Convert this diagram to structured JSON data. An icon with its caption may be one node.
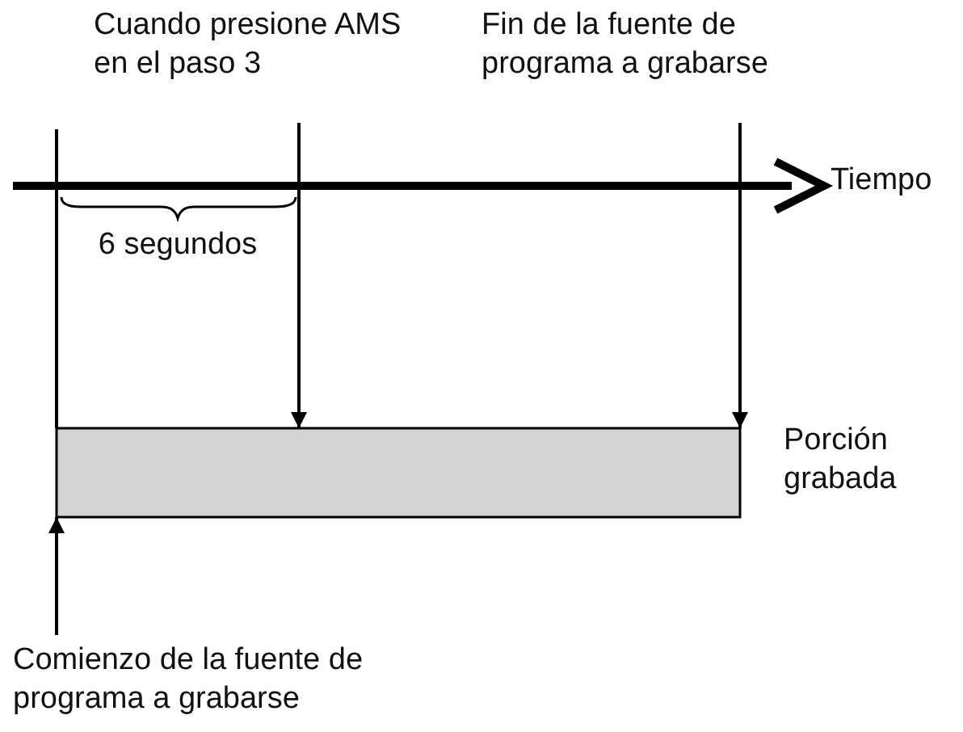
{
  "diagram": {
    "nodes": [
      {
        "text": [
          "Cuando presione AMS en el paso 3"
        ]
      },
      {
        "text": [
          "Fin de la fuente de programa a grabarse"
        ]
      },
      {
        "text": [],
        "shape": "bar",
        "beside": [
          "Porción grabada"
        ]
      },
      {
        "text": [
          "Comienzo de la fuente de programa a grabarse"
        ]
      }
    ],
    "edges": [
      {
        "from": 0,
        "to": 2,
        "arrow": "to"
      },
      {
        "from": 1,
        "to": 2,
        "arrow": "to"
      },
      {
        "from": 3,
        "to": 2,
        "arrow": "to"
      }
    ],
    "labels": [
      "Tiempo",
      "6 segundos"
    ]
  }
}
